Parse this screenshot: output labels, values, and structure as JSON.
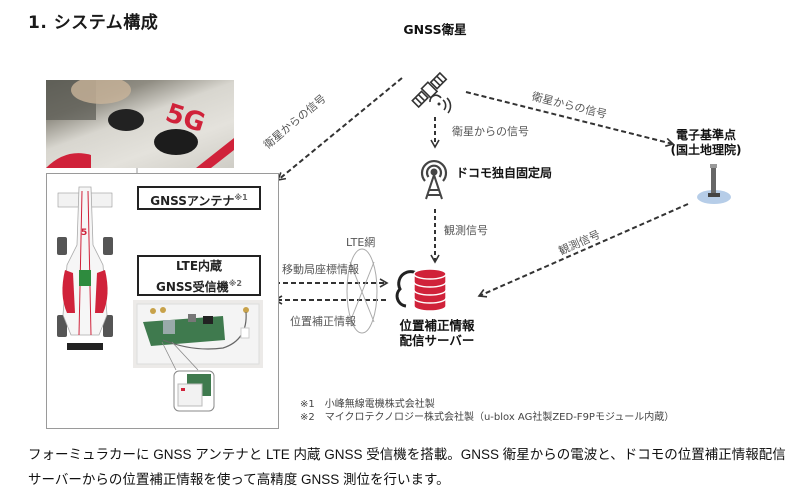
{
  "title": "1. システム構成",
  "nodes": {
    "satellite": {
      "label": "GNSS衛星",
      "icon": "satellite-icon"
    },
    "reference_station": {
      "label_line1": "電子基準点",
      "label_line2": "(国土地理院)",
      "icon": "reference-station-icon"
    },
    "docomo_station": {
      "label": "ドコモ独自固定局",
      "icon": "radio-tower-icon"
    },
    "server": {
      "label_line1": "位置補正情報",
      "label_line2": "配信サーバー",
      "icon": "cloud-database-icon"
    }
  },
  "signals": {
    "sat_to_car": "衛星からの信号",
    "sat_to_reference": "衛星からの信号",
    "sat_to_docomo": "衛星からの信号",
    "docomo_to_server": "観測信号",
    "reference_to_server": "観測信号",
    "lte_network": "LTE網",
    "car_to_server": "移動局座標情報",
    "server_to_car": "位置補正情報"
  },
  "car_box": {
    "antenna_label": "GNSSアンテナ",
    "antenna_note": "※1",
    "receiver_line1": "LTE内蔵",
    "receiver_line2": "GNSS受信機",
    "receiver_note": "※2",
    "photo_text": "5G"
  },
  "footnotes": [
    "※1　小峰無線電機株式会社製",
    "※2　マイクロテクノロジー株式会社製（u-blox AG社製ZED-F9Pモジュール内蔵）"
  ],
  "description": "フォーミュラカーに GNSS アンテナと LTE 内蔵 GNSS 受信機を搭載。GNSS 衛星からの電波と、ドコモの位置補正情報配信サーバーからの位置補正情報を使って高精度 GNSS 測位を行います。",
  "colors": {
    "accent_red": "#d0223a",
    "arrow": "#333333",
    "reference_base": "#a9c4e4"
  }
}
